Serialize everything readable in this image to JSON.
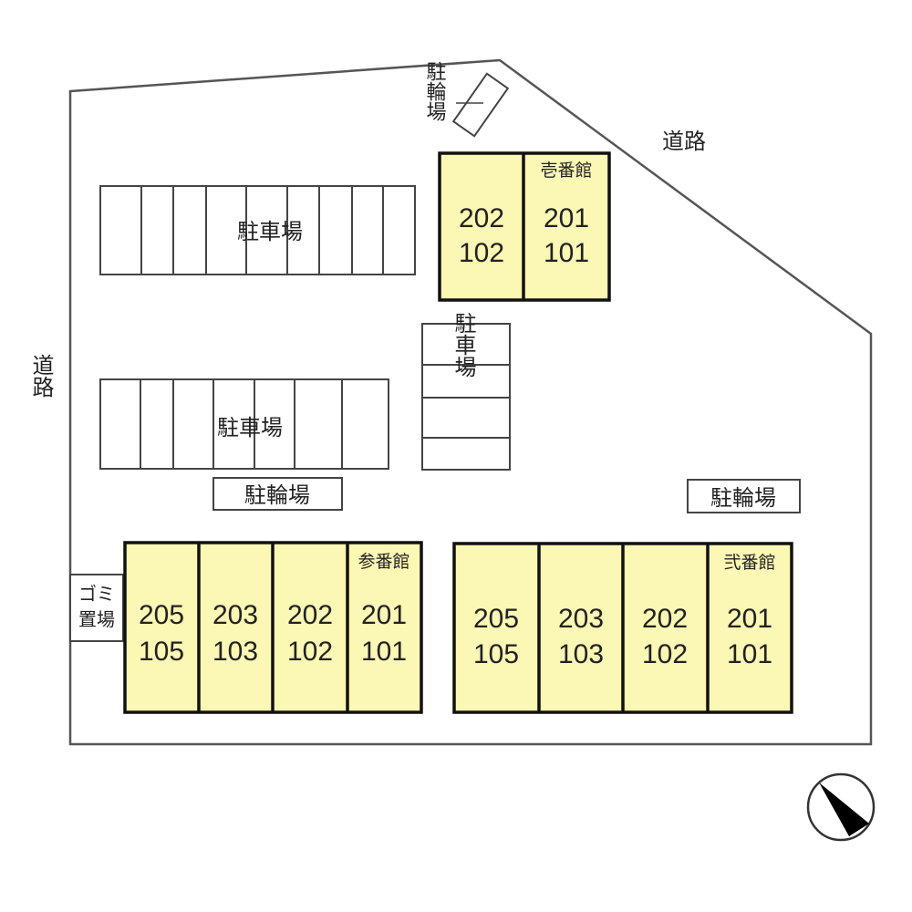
{
  "colors": {
    "building_fill": "#fbf7b4",
    "building_stroke": "#111111",
    "line": "#444444",
    "background": "#ffffff"
  },
  "roads": {
    "west": "道路",
    "northeast": "道路"
  },
  "bicycle_parking": {
    "north": "駐輪場",
    "center": "駐輪場",
    "east": "駐輪場"
  },
  "car_parking": {
    "upper": {
      "label": "駐車場",
      "spaces": 9
    },
    "lower": {
      "label": "駐車場",
      "spaces": 7
    },
    "middle": {
      "label": "駐車場",
      "spaces": 4
    }
  },
  "garbage": {
    "line1": "ゴミ",
    "line2": "置場"
  },
  "buildings": {
    "ichiban": {
      "name": "壱番館",
      "units": [
        {
          "upper": "202",
          "lower": "102"
        },
        {
          "upper": "201",
          "lower": "101"
        }
      ]
    },
    "sanban": {
      "name": "参番館",
      "units": [
        {
          "upper": "205",
          "lower": "105"
        },
        {
          "upper": "203",
          "lower": "103"
        },
        {
          "upper": "202",
          "lower": "102"
        },
        {
          "upper": "201",
          "lower": "101"
        }
      ]
    },
    "niban": {
      "name": "弐番館",
      "units": [
        {
          "upper": "205",
          "lower": "105"
        },
        {
          "upper": "203",
          "lower": "103"
        },
        {
          "upper": "202",
          "lower": "102"
        },
        {
          "upper": "201",
          "lower": "101"
        }
      ]
    }
  },
  "compass": {
    "icon": "north-arrow-icon",
    "direction": "northwest"
  }
}
